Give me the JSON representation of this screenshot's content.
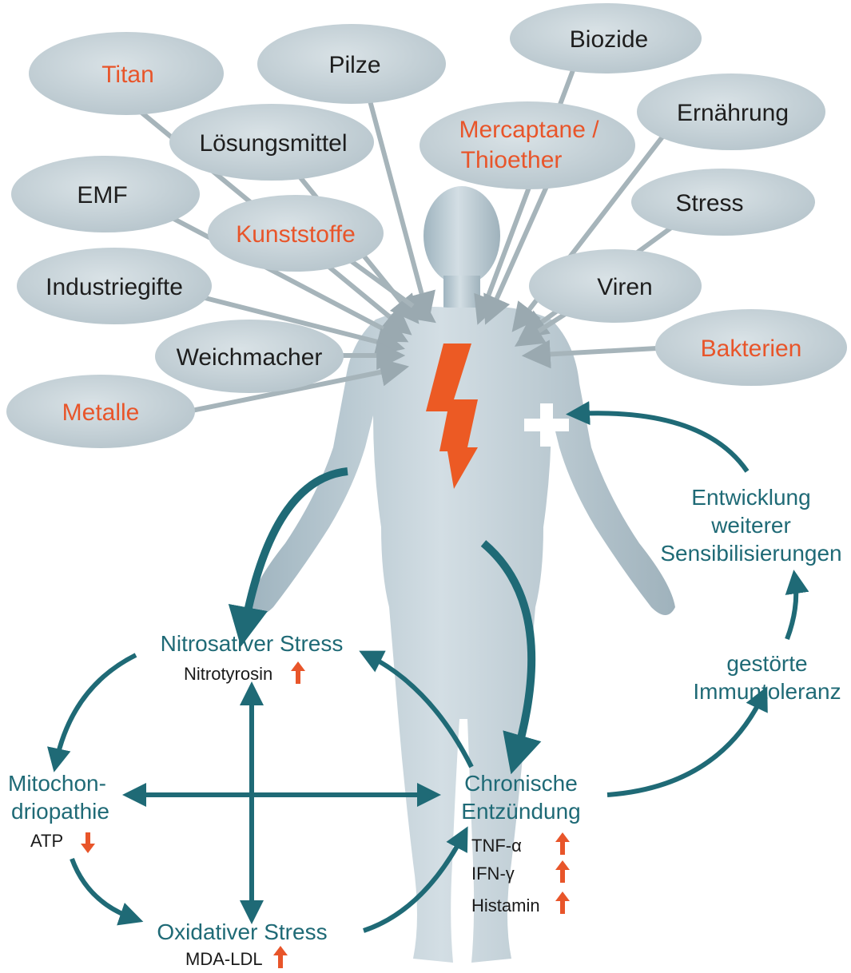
{
  "bubbles": {
    "titan": "Titan",
    "pilze": "Pilze",
    "biozide": "Biozide",
    "ernaehrung": "Ernährung",
    "loesungsmittel": "Lösungsmittel",
    "mercaptane_line1": "Mercaptane /",
    "mercaptane_line2": "Thioether",
    "emf": "EMF",
    "kunststoffe": "Kunststoffe",
    "stress": "Stress",
    "industriegifte": "Industriegifte",
    "viren": "Viren",
    "weichmacher": "Weichmacher",
    "bakterien": "Bakterien",
    "metalle": "Metalle"
  },
  "cycle": {
    "nitrosativer_stress": "Nitrosativer Stress",
    "nitrotyrosin": "Nitrotyrosin",
    "mitochondriopathie_line1": "Mitochon-",
    "mitochondriopathie_line2": "driopathie",
    "atp": "ATP",
    "oxidativer_stress": "Oxidativer Stress",
    "mda_ldl": "MDA-LDL",
    "chronische_line1": "Chronische",
    "chronische_line2": "Entzündung",
    "tnf": "TNF-α",
    "ifn": "IFN-γ",
    "histamin": "Histamin",
    "gestoerte_line1": "gestörte",
    "gestoerte_line2": "Immuntoleranz",
    "entwicklung_line1": "Entwicklung",
    "entwicklung_line2": "weiterer",
    "entwicklung_line3": "Sensibilisierungen"
  },
  "colors": {
    "bubble_fill": "#c6d2d8",
    "orange_text": "#e8552a",
    "teal": "#1f6a76",
    "body": "#b7c8d1"
  },
  "icons": [
    "lightning-bolt-icon",
    "plus-icon",
    "up-arrow-icon",
    "down-arrow-icon"
  ]
}
